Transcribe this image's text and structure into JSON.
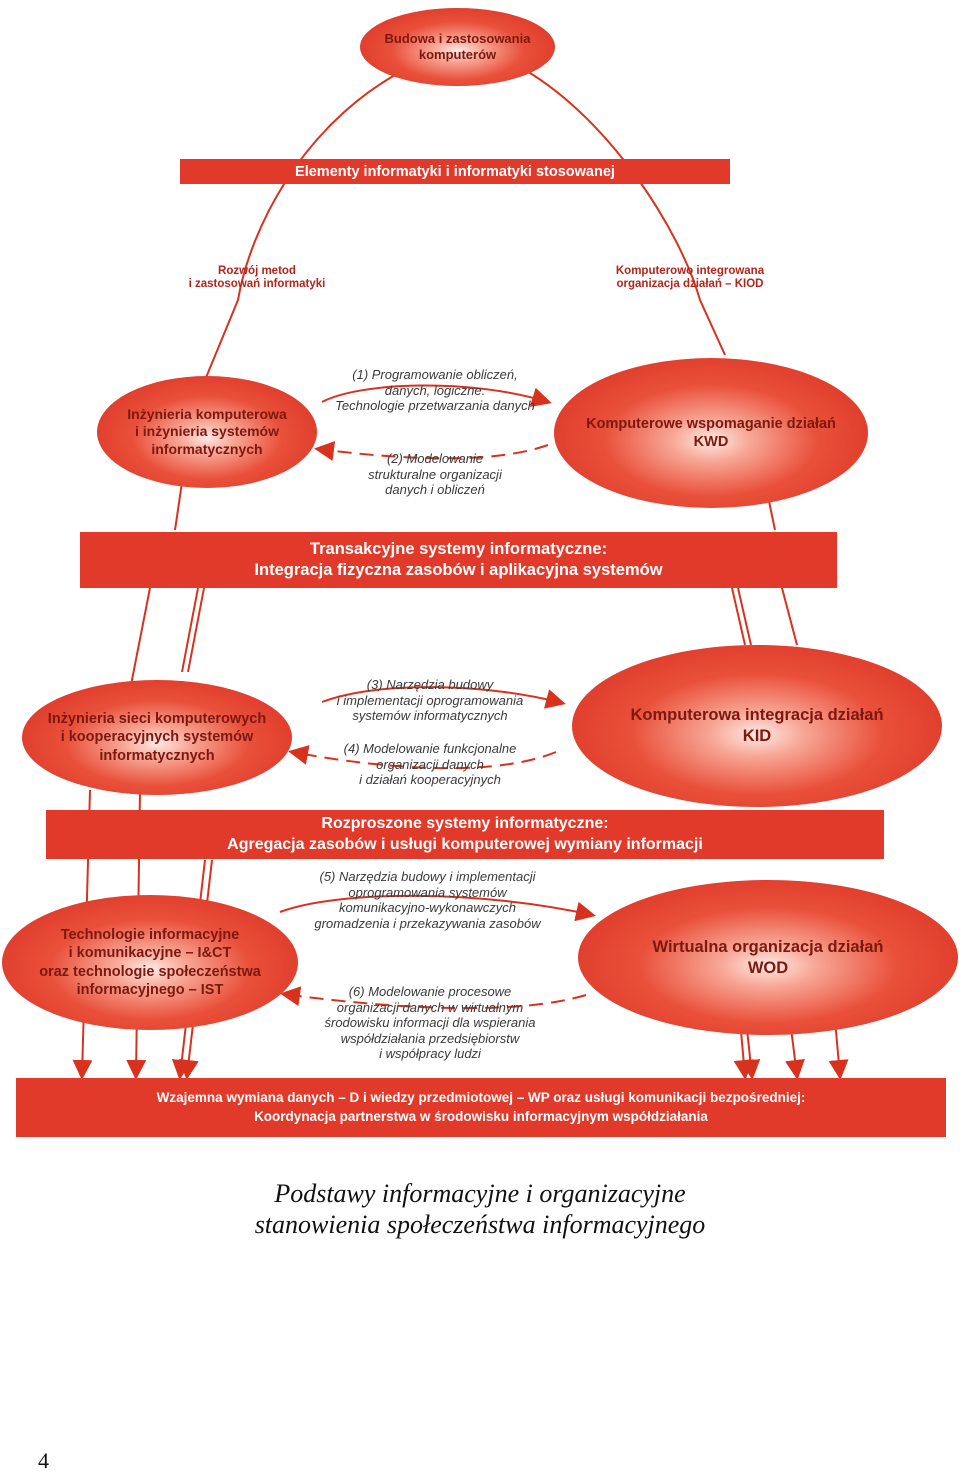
{
  "colors": {
    "primary_red": "#e23a2a",
    "dark_red_text": "#7c1810",
    "label_red": "#b2251a"
  },
  "top_node": "Budowa i zastosowania\nkomputerów",
  "band_1": "Elementy informatyki i informatyki stosowanej",
  "side_labels": {
    "left": "Rozwój metod\ni zastosowań informatyki",
    "right": "Komputerowo integrowana\norganizacja działań – KIOD"
  },
  "nodes": {
    "left_1": "Inżynieria komputerowa\ni inżynieria systemów\ninformatycznych",
    "right_1": "Komputerowe wspomaganie działań\nKWD",
    "left_2": "Inżynieria sieci komputerowych\ni kooperacyjnych systemów\ninformatycznych",
    "right_2": "Komputerowa integracja działań\nKID",
    "left_3": "Technologie informacyjne\ni komunikacyjne – I&CT\noraz technologie społeczeństwa\ninformacyjnego – IST",
    "right_3": "Wirtualna organizacja działań\nWOD"
  },
  "flows": {
    "f1": "(1) Programowanie obliczeń,\ndanych, logiczne.\nTechnologie przetwarzania danych",
    "f2": "(2) Modelowanie\nstrukturalne organizacji\ndanych i obliczeń",
    "f3": "(3) Narzędzia budowy\ni implementacji oprogramowania\nsystemów informatycznych",
    "f4": "(4) Modelowanie funkcjonalne\norganizacji danych\ni działań kooperacyjnych",
    "f5": "(5) Narzędzia budowy i implementacji\noprogramowania systemów\nkomunikacyjno-wykonawczych\ngromadzenia i przekazywania zasobów",
    "f6": "(6) Modelowanie procesowe\norganizacji danych w wirtualnym\nśrodowisku informacji dla wspierania\nwspółdziałania przedsiębiorstw\ni współpracy ludzi"
  },
  "band_2": "Transakcyjne systemy informatyczne:\nIntegracja fizyczna zasobów i aplikacyjna systemów",
  "band_3": "Rozproszone systemy informatyczne:\nAgregacja zasobów i usługi komputerowej wymiany informacji",
  "band_4": "Wzajemna wymiana danych – D i wiedzy przedmiotowej – WP oraz usługi komunikacji bezpośredniej:\nKoordynacja partnerstwa w środowisku informacyjnym współdziałania",
  "caption": "Podstawy informacyjne i organizacyjne\nstanowienia społeczeństwa informacyjnego",
  "page_number": "4"
}
